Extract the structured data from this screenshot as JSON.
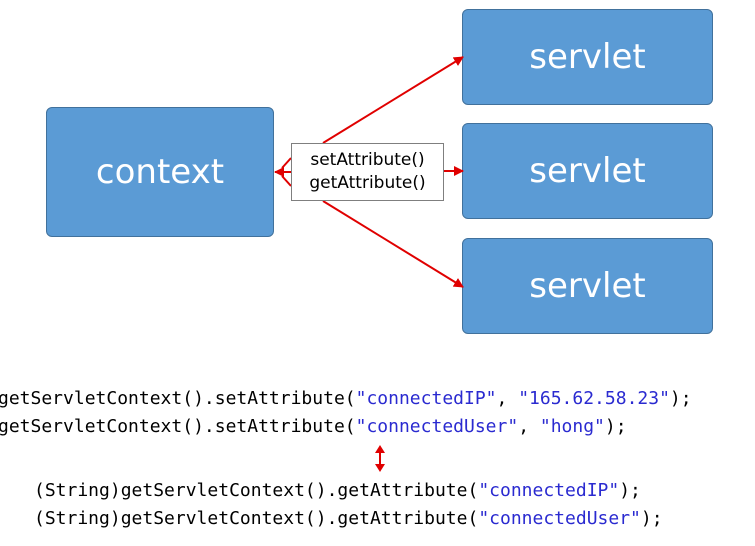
{
  "diagram": {
    "context_label": "context",
    "servlets": [
      "servlet",
      "servlet",
      "servlet"
    ],
    "methods": {
      "set": "setAttribute()",
      "get": "getAttribute()"
    },
    "arrow_color": "#e00000",
    "box_color": "#5b9bd5"
  },
  "code": {
    "set_lines": [
      {
        "prefix": "getServletContext().setAttribute(",
        "arg1": "\"connectedIP\"",
        "sep": ", ",
        "arg2": "\"165.62.58.23\"",
        "suffix": ");"
      },
      {
        "prefix": "getServletContext().setAttribute(",
        "arg1": "\"connectedUser\"",
        "sep": ", ",
        "arg2": "\"hong\"",
        "suffix": ");"
      }
    ],
    "get_lines": [
      {
        "prefix": "(String)getServletContext().getAttribute(",
        "arg1": "\"connectedIP\"",
        "suffix": ");"
      },
      {
        "prefix": "(String)getServletContext().getAttribute(",
        "arg1": "\"connectedUser\"",
        "suffix": ");"
      }
    ]
  }
}
